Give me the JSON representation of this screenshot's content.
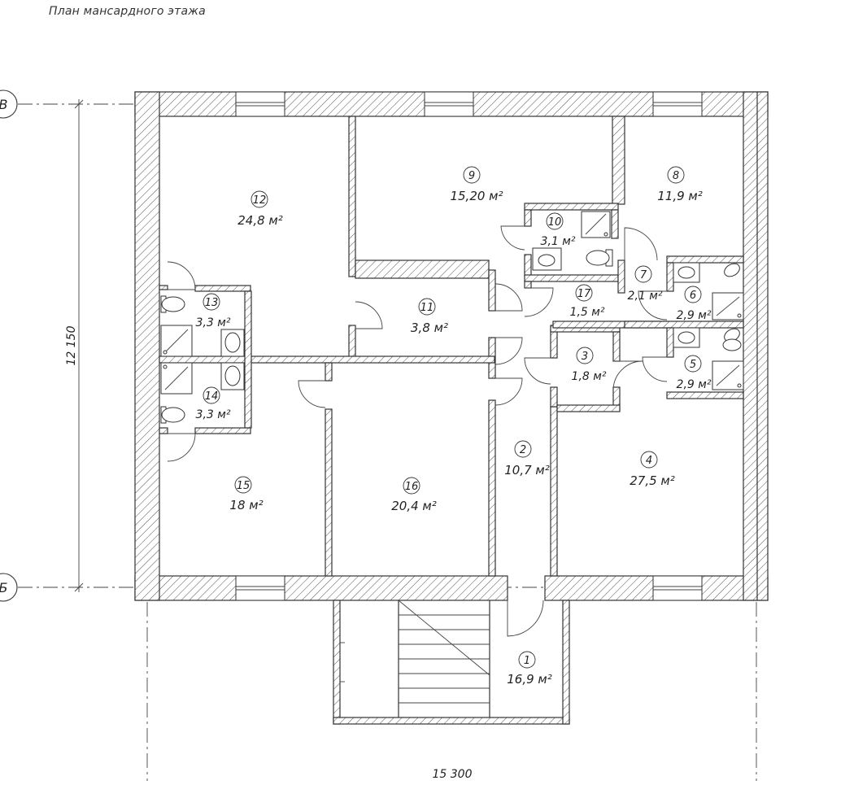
{
  "title": "План мансардного этажа",
  "axes": {
    "top": "В",
    "bottom": "Б"
  },
  "dimensions": {
    "vertical": "12 150",
    "horizontal": "15 300"
  },
  "rooms": [
    {
      "num": "1",
      "area": "16,9 м²"
    },
    {
      "num": "2",
      "area": "10,7 м²"
    },
    {
      "num": "3",
      "area": "1,8 м²"
    },
    {
      "num": "4",
      "area": "27,5 м²"
    },
    {
      "num": "5",
      "area": "2,9 м²"
    },
    {
      "num": "6",
      "area": "2,9 м²"
    },
    {
      "num": "7",
      "area": "2,1 м²"
    },
    {
      "num": "8",
      "area": "11,9 м²"
    },
    {
      "num": "9",
      "area": "15,20 м²"
    },
    {
      "num": "10",
      "area": "3,1 м²"
    },
    {
      "num": "11",
      "area": "3,8 м²"
    },
    {
      "num": "12",
      "area": "24,8 м²"
    },
    {
      "num": "13",
      "area": "3,3 м²"
    },
    {
      "num": "14",
      "area": "3,3 м²"
    },
    {
      "num": "15",
      "area": "18 м²"
    },
    {
      "num": "16",
      "area": "20,4 м²"
    },
    {
      "num": "17",
      "area": "1,5 м²"
    }
  ]
}
